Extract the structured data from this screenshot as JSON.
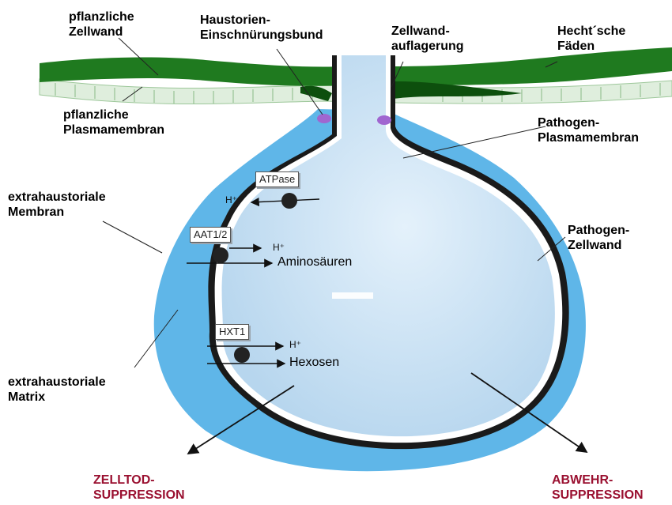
{
  "labels": {
    "plant_cell_wall_line1": "pflanzliche",
    "plant_cell_wall_line2": "Zellwand",
    "haustorial_neckband_line1": "Haustorien-",
    "haustorial_neckband_line2": "Einschnürungsbund",
    "cell_wall_apposition_line1": "Zellwand-",
    "cell_wall_apposition_line2": "auflagerung",
    "hechtian_strands_line1": "Hecht´sche",
    "hechtian_strands_line2": "Fäden",
    "plant_plasma_membrane_line1": "pflanzliche",
    "plant_plasma_membrane_line2": "Plasmamembran",
    "pathogen_plasma_membrane_line1": "Pathogen-",
    "pathogen_plasma_membrane_line2": "Plasmamembran",
    "extrahaustorial_membrane_line1": "extrahaustoriale",
    "extrahaustorial_membrane_line2": "Membran",
    "pathogen_cell_wall_line1": "Pathogen-",
    "pathogen_cell_wall_line2": "Zellwand",
    "extrahaustorial_matrix_line1": "extrahaustoriale",
    "extrahaustorial_matrix_line2": "Matrix",
    "cell_death_suppression_line1": "ZELLTOD-",
    "cell_death_suppression_line2": "SUPPRESSION",
    "defense_suppression_line1": "ABWEHR-",
    "defense_suppression_line2": "SUPPRESSION"
  },
  "transporters": {
    "atpase": "ATPase",
    "aat": "AAT1/2",
    "hxt": "HXT1"
  },
  "substrates": {
    "proton_atpase": "H⁺",
    "proton_aat": "H⁺",
    "amino_acids": "Aminosäuren",
    "proton_hxt": "H⁺",
    "hexoses": "Hexosen"
  },
  "colors": {
    "plant_wall": "#1f7a1f",
    "plant_membrane": "#b9d8b0",
    "matrix": "#5fb6e8",
    "haustorium": "#c9e2f4",
    "collar": "#a066d0",
    "suppression": "#9a1030"
  }
}
